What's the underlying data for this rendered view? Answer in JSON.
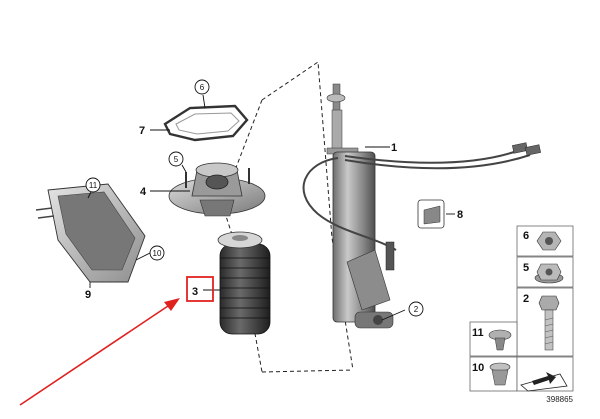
{
  "callouts": {
    "c1": "1",
    "c2": "2",
    "c3": "3",
    "c4": "4",
    "c5": "5",
    "c6": "6",
    "c7": "7",
    "c8": "8",
    "c9": "9",
    "c10": "10",
    "c11": "11"
  },
  "legend": {
    "l6": "6",
    "l5": "5",
    "l2": "2",
    "l11": "11",
    "l10": "10"
  },
  "part_number": "398865",
  "colors": {
    "highlight_arrow": "#e0221f",
    "highlight_box": "#e0221f",
    "line": "#222222"
  }
}
